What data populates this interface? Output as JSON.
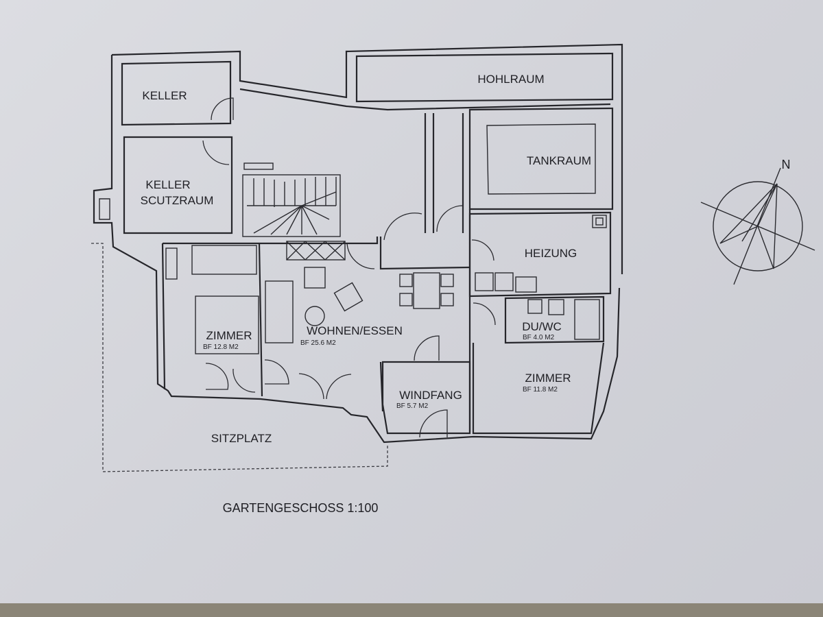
{
  "plan": {
    "title": "GARTENGESCHOSS 1:100",
    "compass_label": "N",
    "rooms": {
      "keller": {
        "name": "KELLER"
      },
      "keller_scutzraum": {
        "line1": "KELLER",
        "line2": "SCUTZRAUM"
      },
      "hohlraum": {
        "name": "HOHLRAUM"
      },
      "tankraum": {
        "name": "TANKRAUM"
      },
      "heizung": {
        "name": "HEIZUNG"
      },
      "zimmer_left": {
        "name": "ZIMMER",
        "area": "BF 12.8 M2"
      },
      "wohnen_essen": {
        "name": "WOHNEN/ESSEN",
        "area": "BF 25.6 M2"
      },
      "du_wc": {
        "name": "DU/WC",
        "area": "BF 4.0 M2"
      },
      "zimmer_right": {
        "name": "ZIMMER",
        "area": "BF 11.8 M2"
      },
      "windfang": {
        "name": "WINDFANG",
        "area": "BF 5.7 M2"
      },
      "sitzplatz": {
        "name": "SITZPLATZ"
      }
    }
  }
}
